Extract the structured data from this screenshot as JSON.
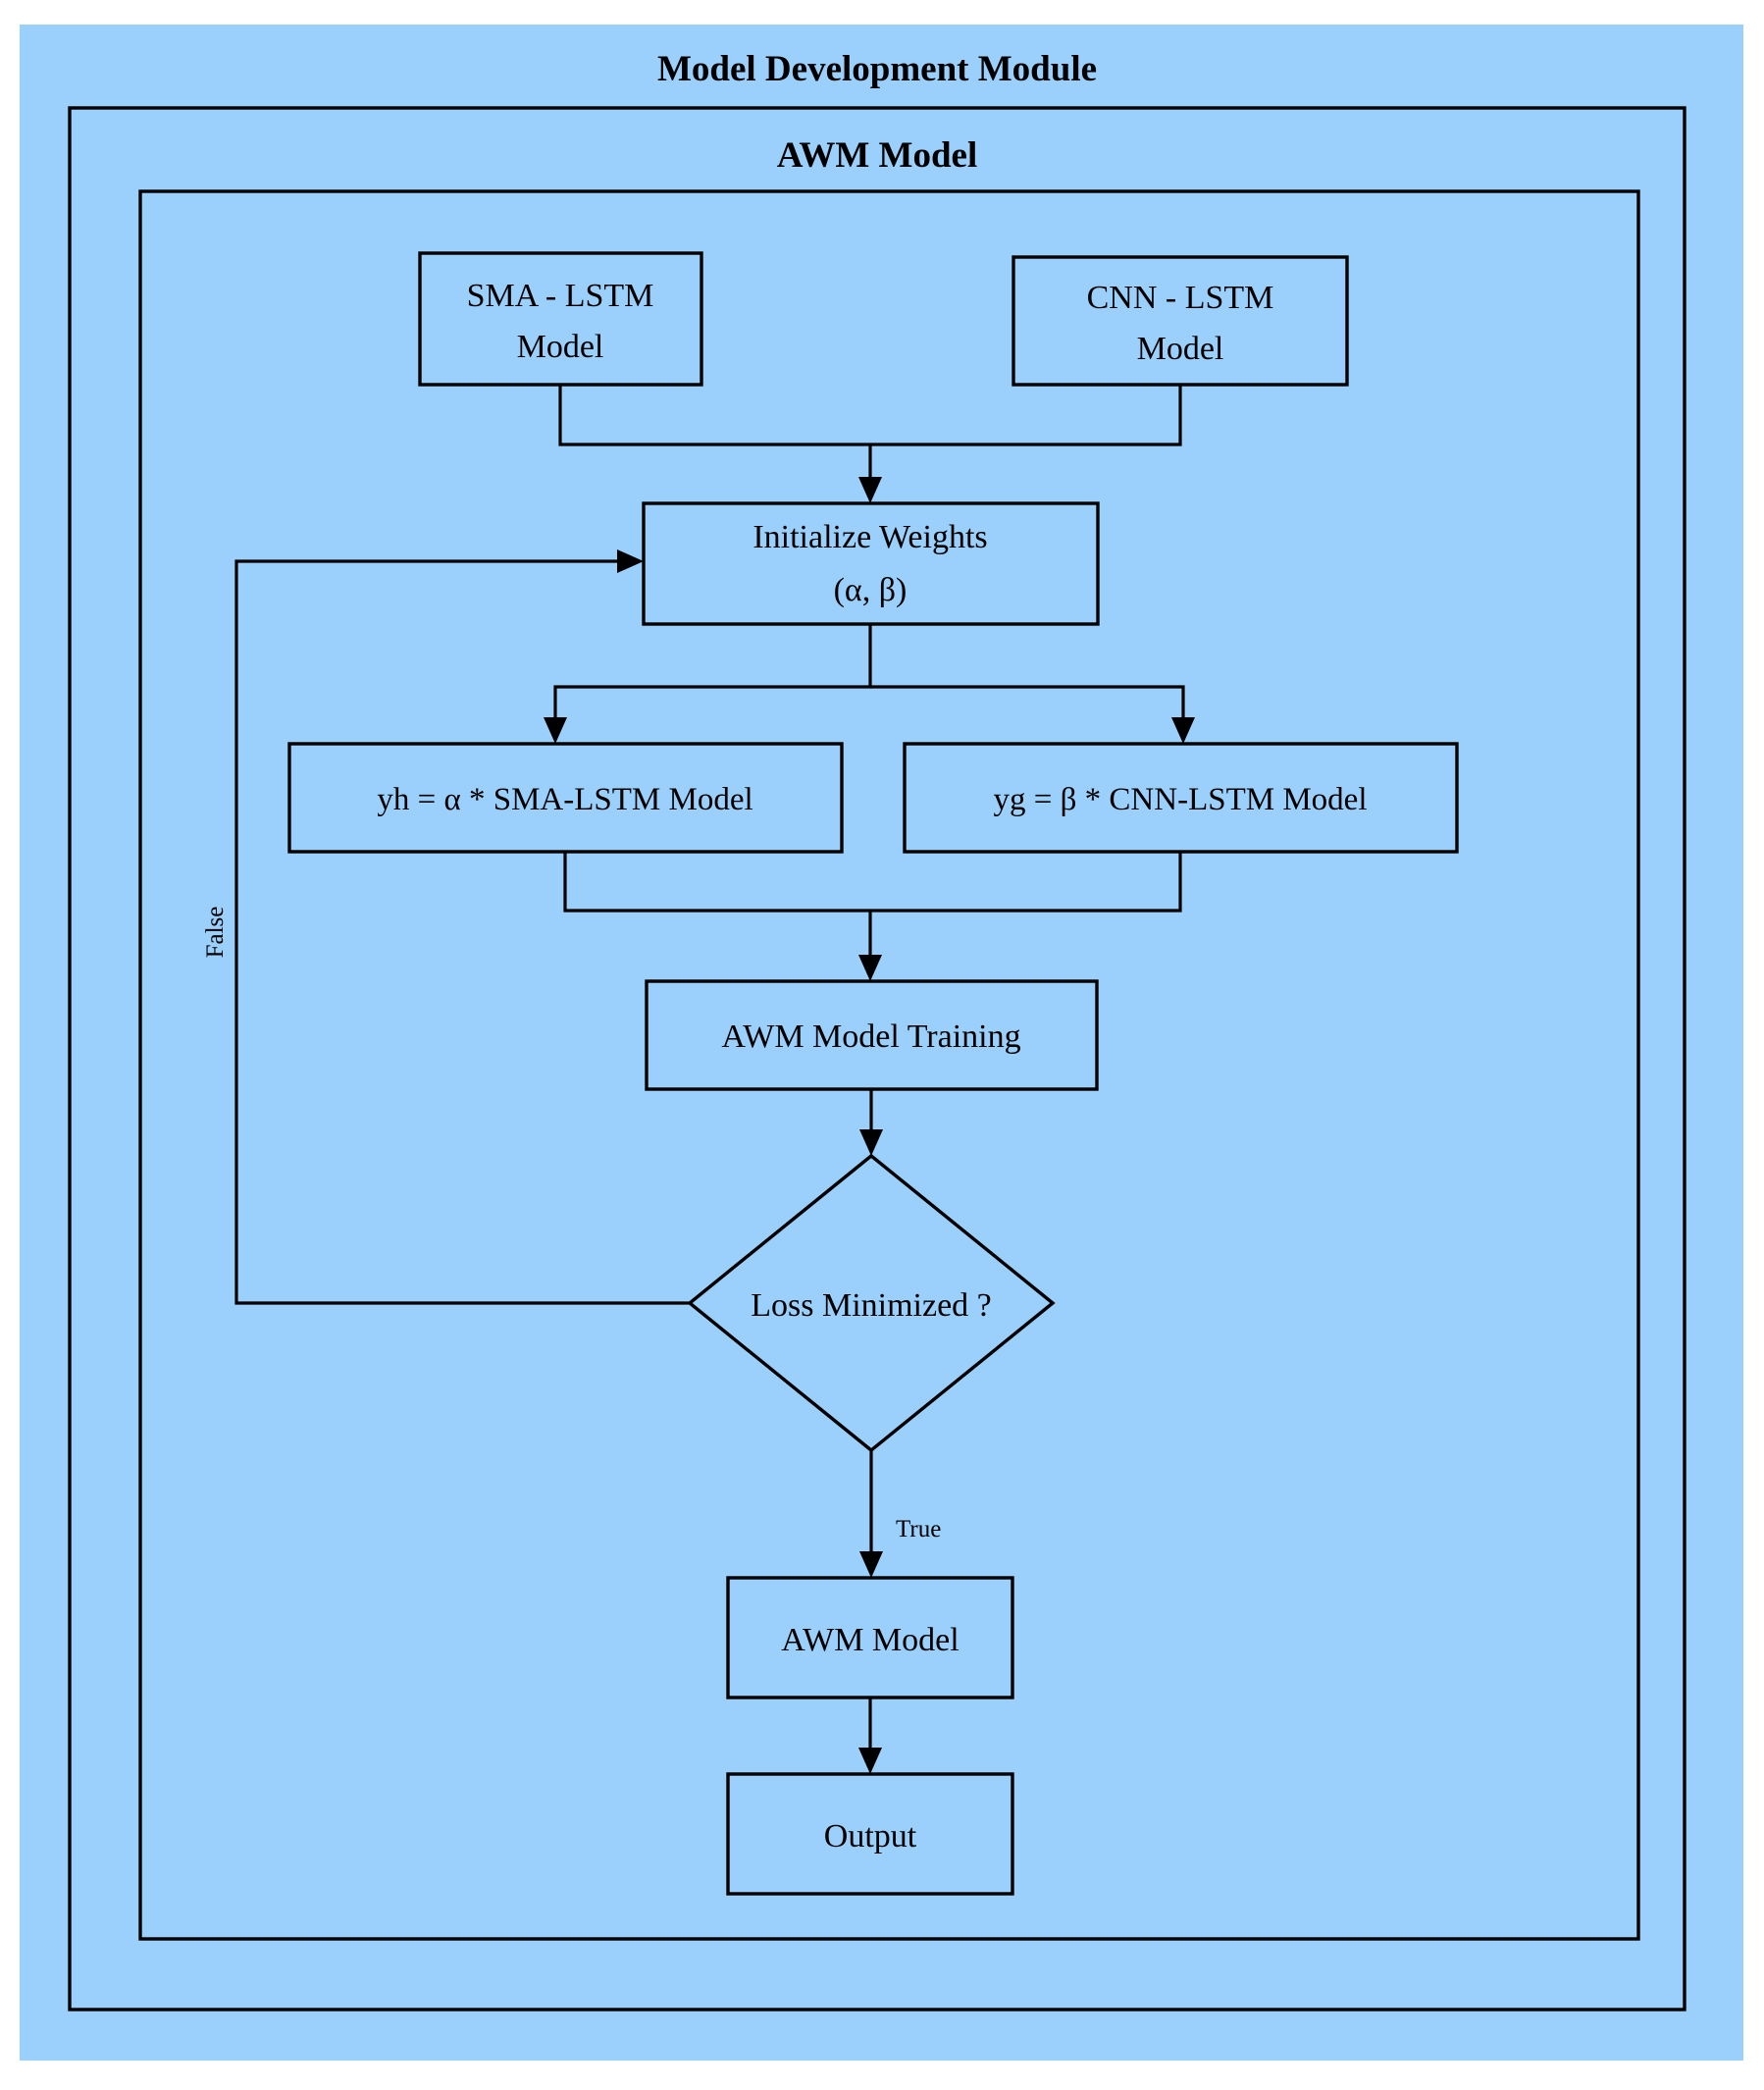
{
  "figure": {
    "outer_title": "Model Development Module",
    "inner_title": "AWM Model",
    "background_color": "#9AD0FB",
    "line_color": "#000000"
  },
  "nodes": {
    "sma_lstm": {
      "line1": "SMA - LSTM",
      "line2": "Model"
    },
    "cnn_lstm": {
      "line1": "CNN - LSTM",
      "line2": "Model"
    },
    "init_weights": {
      "line1": "Initialize Weights",
      "line2": "(α, β)"
    },
    "yh_formula": {
      "label": "yh = α * SMA-LSTM Model"
    },
    "yg_formula": {
      "label": "yg = β * CNN-LSTM Model"
    },
    "awm_training": {
      "label": "AWM Model Training"
    },
    "decision": {
      "label": "Loss Minimized ?"
    },
    "awm_model": {
      "label": "AWM Model"
    },
    "output": {
      "label": "Output"
    }
  },
  "edge_labels": {
    "false_branch": "False",
    "true_branch": "True"
  }
}
